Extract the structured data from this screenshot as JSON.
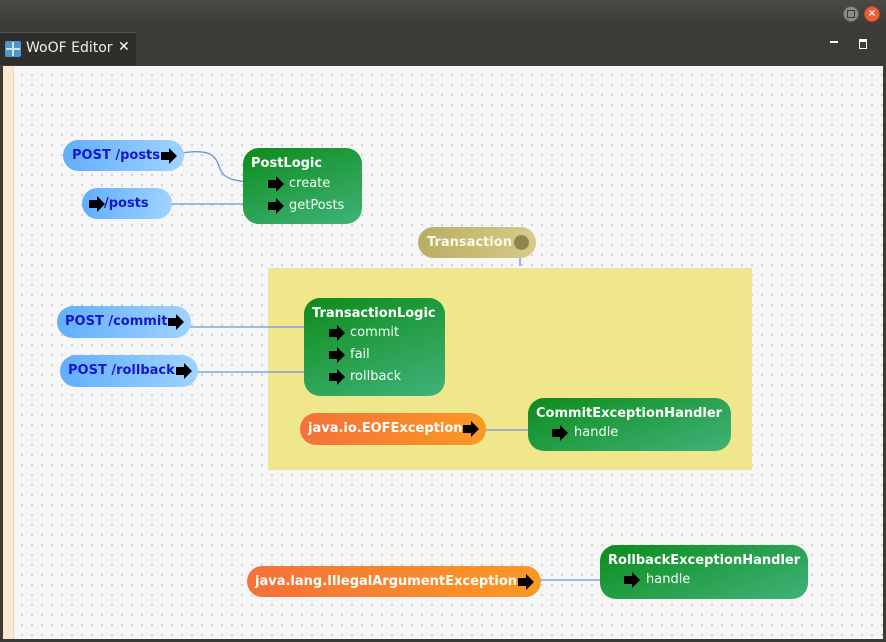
{
  "window": {
    "tab_title": "WoOF Editor",
    "tab_close": "✕"
  },
  "colors": {
    "blue_pill": "#62aefb",
    "orange_pill": "#f4713a",
    "green_box": "#1f9a3c",
    "transaction_region": "#f0e68c",
    "transaction_pill": "#b9ad63",
    "wire": "#6f8fe0"
  },
  "inputs": {
    "post_posts": "POST /posts",
    "get_posts": "/posts",
    "post_commit": "POST /commit",
    "post_rollback": "POST /rollback",
    "eof_exception": "java.io.EOFException",
    "illegal_argument_exception": "java.lang.IllegalArgumentException"
  },
  "procedures": {
    "post_logic": {
      "title": "PostLogic",
      "items": [
        "create",
        "getPosts"
      ]
    },
    "transaction_logic": {
      "title": "TransactionLogic",
      "items": [
        "commit",
        "fail",
        "rollback"
      ]
    },
    "commit_exception_handler": {
      "title": "CommitExceptionHandler",
      "items": [
        "handle"
      ]
    },
    "rollback_exception_handler": {
      "title": "RollbackExceptionHandler",
      "items": [
        "handle"
      ]
    }
  },
  "transaction": {
    "label": "Transaction"
  }
}
